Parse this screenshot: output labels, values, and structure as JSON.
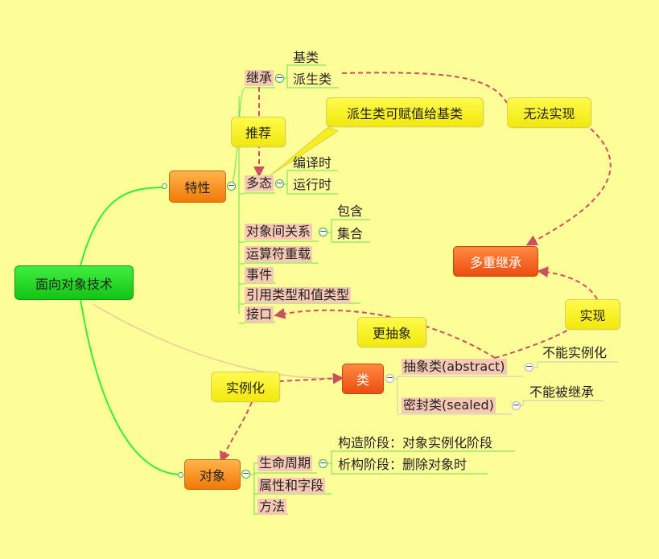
{
  "root": "面向对象技术",
  "branches": {
    "traits": {
      "label": "特性",
      "inheritance": "继承",
      "base_class": "基类",
      "derived_class": "派生类",
      "polymorphism": "多态",
      "compile_time": "编译时",
      "run_time": "运行时",
      "object_relations": "对象间关系",
      "contains": "包含",
      "aggregation": "集合",
      "operator_overloading": "运算符重载",
      "events": "事件",
      "ref_value_types": "引用类型和值类型",
      "interface": "接口"
    },
    "class": {
      "label": "类",
      "abstract": "抽象类(abstract)",
      "abstract_note": "不能实例化",
      "sealed": "密封类(sealed)",
      "sealed_note": "不能被继承"
    },
    "object": {
      "label": "对象",
      "lifecycle": "生命周期",
      "construct": "构造阶段：对象实例化阶段",
      "destruct": "析构阶段：删除对象时",
      "properties": "属性和字段",
      "methods": "方法"
    }
  },
  "multiple_inheritance": "多重继承",
  "callouts": {
    "derive": "推荐",
    "assign": "派生类可赋值给基类",
    "cannot_implement": "无法实现",
    "implement": "实现",
    "more_abstract": "更抽象",
    "instantiate": "实例化"
  },
  "colors": {
    "background": "#fefe99",
    "branch_line": "#33ee33",
    "arrow": "#cc5060",
    "callout": "#f7ef1c",
    "orange_node": "#f5900f",
    "red_node": "#ee5a15"
  }
}
